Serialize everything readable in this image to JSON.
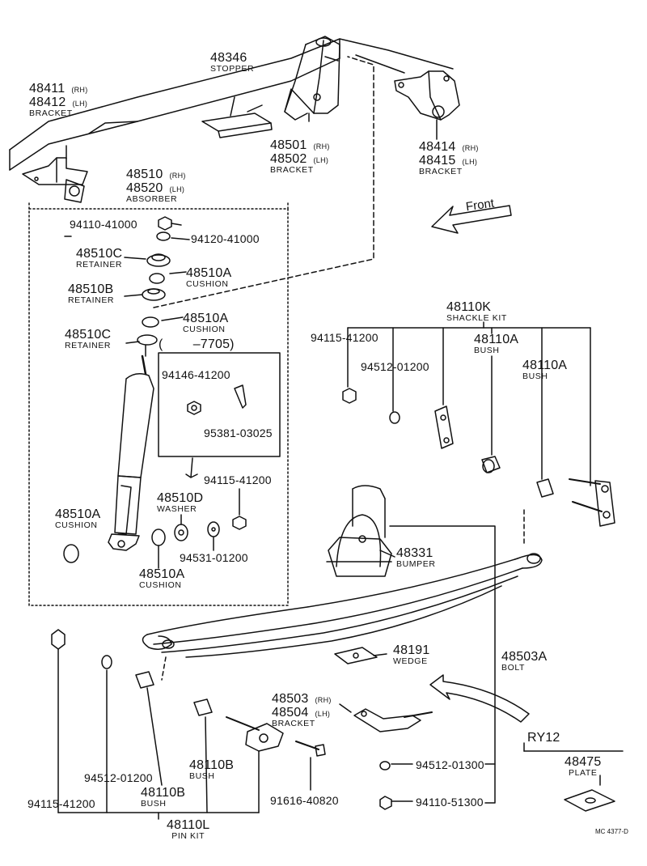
{
  "diagram_code": "MC 4377-D",
  "front_arrow": "Front",
  "parts": {
    "bracket_rear_frame": {
      "pn_rh": "48411",
      "side_rh": "(RH)",
      "pn_lh": "48412",
      "side_lh": "(LH)",
      "name": "BRACKET"
    },
    "stopper": {
      "pn": "48346",
      "name": "STOPPER"
    },
    "bracket_front_hanger": {
      "pn_rh": "48501",
      "side_rh": "(RH)",
      "pn_lh": "48502",
      "side_lh": "(LH)",
      "name": "BRACKET"
    },
    "bracket_shackle": {
      "pn_rh": "48414",
      "side_rh": "(RH)",
      "pn_lh": "48415",
      "side_lh": "(LH)",
      "name": "BRACKET"
    },
    "absorber": {
      "pn_rh": "48510",
      "side_rh": "(RH)",
      "pn_lh": "48520",
      "side_lh": "(LH)",
      "name": "ABSORBER"
    },
    "nut_top": {
      "pn": "94110-41000"
    },
    "nut_lock": {
      "pn": "94120-41000"
    },
    "retainer_c_upper": {
      "pn": "48510C",
      "name": "RETAINER"
    },
    "cushion_a_1": {
      "pn": "48510A",
      "name": "CUSHION"
    },
    "retainer_b": {
      "pn": "48510B",
      "name": "RETAINER"
    },
    "cushion_a_2": {
      "pn": "48510A",
      "name": "CUSHION"
    },
    "retainer_c_lower": {
      "pn": "48510C",
      "name": "RETAINER"
    },
    "range_note": "(        –7705)",
    "nut_castle": {
      "pn": "94146-41200"
    },
    "cotter_pin": {
      "pn": "95381-03025"
    },
    "nut_lower": {
      "pn": "94115-41200"
    },
    "washer_d": {
      "pn": "48510D",
      "name": "WASHER"
    },
    "cushion_a_3": {
      "pn": "48510A",
      "name": "CUSHION"
    },
    "cushion_a_4": {
      "pn": "48510A",
      "name": "CUSHION"
    },
    "washer_lower": {
      "pn": "94531-01200"
    },
    "shackle_kit": {
      "pn": "48110K",
      "name": "SHACKLE KIT"
    },
    "sk_nut": {
      "pn": "94115-41200"
    },
    "sk_washer": {
      "pn": "94512-01200"
    },
    "sk_bush_1": {
      "pn": "48110A",
      "name": "BUSH"
    },
    "sk_bush_2": {
      "pn": "48110A",
      "name": "BUSH"
    },
    "bumper": {
      "pn": "48331",
      "name": "BUMPER"
    },
    "wedge": {
      "pn": "48191",
      "name": "WEDGE"
    },
    "ubolt": {
      "pn": "48503A",
      "name": "BOLT"
    },
    "bracket_spring": {
      "pn_rh": "48503",
      "side_rh": "(RH)",
      "pn_lh": "48504",
      "side_lh": "(LH)",
      "name": "BRACKET"
    },
    "variant": {
      "code": "RY12"
    },
    "plate": {
      "pn": "48475",
      "name": "PLATE"
    },
    "ubolt_washer": {
      "pn": "94512-01300"
    },
    "ubolt_nut": {
      "pn": "94110-51300"
    },
    "pk_nut": {
      "pn": "94115-41200"
    },
    "pk_washer": {
      "pn": "94512-01200"
    },
    "pk_bush_1": {
      "pn": "48110B",
      "name": "BUSH"
    },
    "pk_bush_2": {
      "pn": "48110B",
      "name": "BUSH"
    },
    "pk_bolt": {
      "pn": "91616-40820"
    },
    "pin_kit": {
      "pn": "48110L",
      "name": "PIN KIT"
    }
  }
}
